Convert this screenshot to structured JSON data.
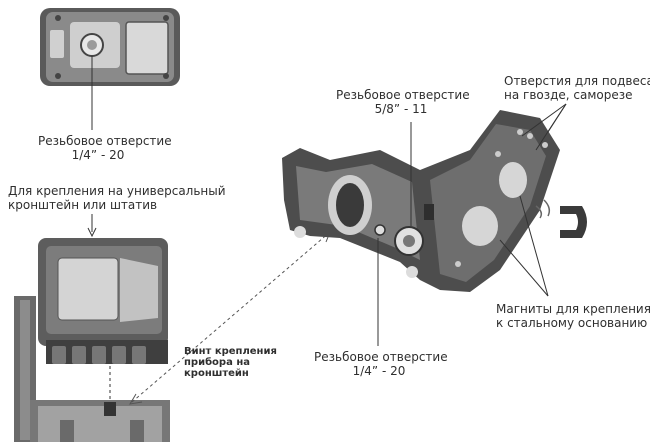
{
  "labels": {
    "thread_quarter_top": {
      "line1": "Резьбовое отверстие",
      "line2": "1/4” - 20"
    },
    "mount_caption": {
      "line1": "Для крепления на универсальный",
      "line2": "кронштейн или штатив"
    },
    "thread_five_eighths": {
      "line1": "Резьбовое отверстие",
      "line2": "5/8” - 11"
    },
    "hanging_holes": {
      "line1": "Отверстия для подвеса",
      "line2": "на гвозде, саморезе"
    },
    "magnets": {
      "line1": "Магниты для крепления",
      "line2": "к стальному основанию"
    },
    "mount_screw": {
      "line1": "Винт крепления",
      "line2": "прибора на",
      "line3": "кронштейн"
    },
    "thread_quarter_bottom": {
      "line1": "Резьбовое отверстие",
      "line2": "1/4” - 20"
    }
  },
  "colors": {
    "body_dark": "#4a4a4a",
    "body_mid": "#7a7a7a",
    "body_light": "#b5b5b5",
    "line": "#333333"
  },
  "icons": [
    "magnet-icon",
    "threaded-hole-icon"
  ]
}
